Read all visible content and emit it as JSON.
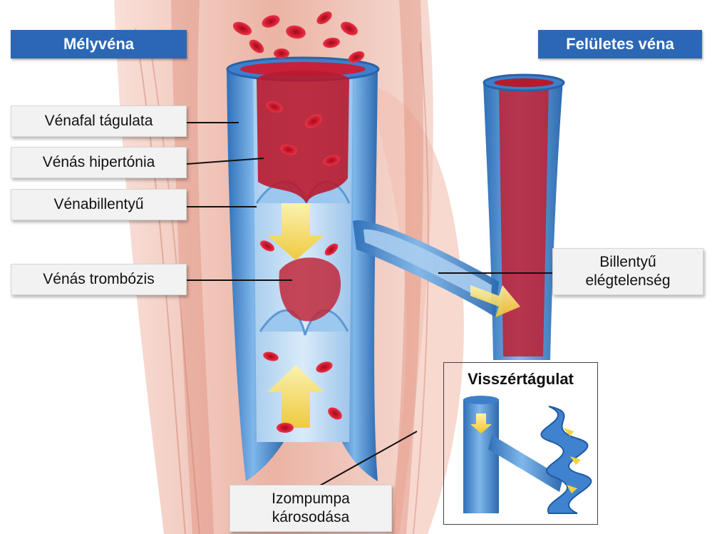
{
  "headers": {
    "deep_vein": "Mélyvéna",
    "superficial_vein": "Felületes véna"
  },
  "labels": {
    "vein_wall_dilation": "Vénafal tágulata",
    "venous_hypertension": "Vénás hipertónia",
    "venous_valve": "Vénabillentyű",
    "venous_thrombosis": "Vénás trombózis",
    "valve_insufficiency_line1": "Billentyű",
    "valve_insufficiency_line2": "elégtelenség",
    "muscle_pump_line1": "Izompumpa",
    "muscle_pump_line2": "károsodása"
  },
  "inset": {
    "title": "Visszértágulat"
  },
  "colors": {
    "header_blue": "#2b67b5",
    "vein_blue": "#4a8fd4",
    "blood_red": "#c8102e",
    "muscle": "#e6a592",
    "flow_arrow": "#f5d33a",
    "label_bg": "#f2f2f2"
  }
}
